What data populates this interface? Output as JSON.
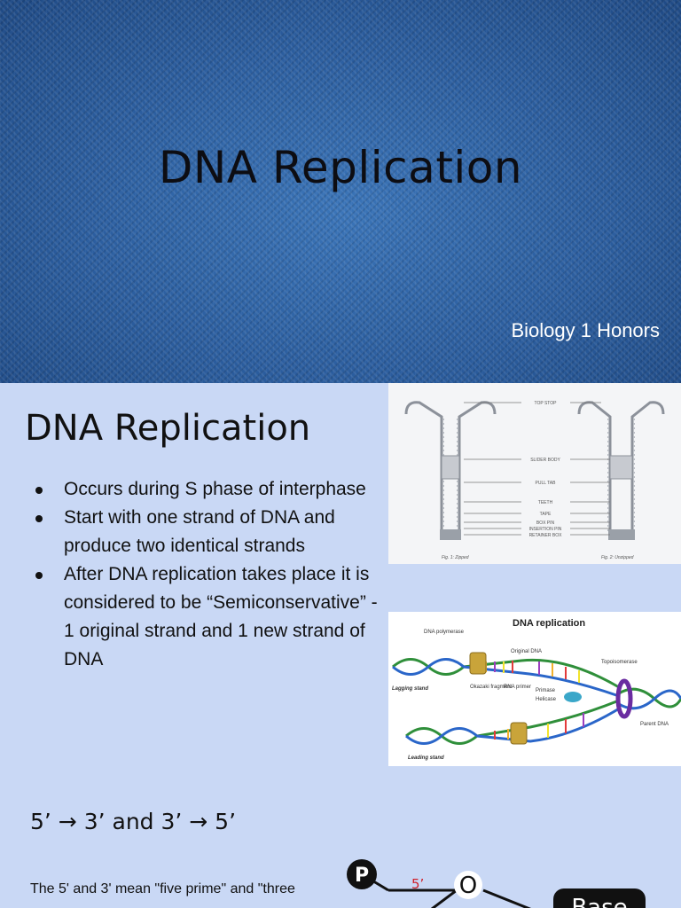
{
  "slide1": {
    "title": "DNA Replication",
    "subtitle": "Biology 1 Honors"
  },
  "slide2": {
    "heading": "DNA Replication",
    "bullets": [
      "Occurs during S phase of interphase",
      "Start with one strand of DNA and produce two identical strands",
      "After DNA replication takes place it is considered to be “Semiconservative” - 1 original strand and 1 new strand of DNA"
    ],
    "zipper_figure": {
      "labels": [
        "TOP STOP",
        "SLIDER BODY",
        "PULL TAB",
        "TEETH",
        "TAPE",
        "BOX PIN",
        "INSERTION PIN",
        "RETAINER BOX"
      ],
      "captions": [
        "Fig. 1: Zipped",
        "Fig. 2: Unzipped"
      ]
    },
    "dna_figure": {
      "title": "DNA replication",
      "labels": {
        "polymerase": "DNA polymerase",
        "original": "Original DNA",
        "topoisomerase": "Topoisomerase",
        "lagging": "Lagging stand",
        "okazaki": "Okazaki fragment",
        "rna_primer": "RNA primer",
        "primase": "Primase",
        "helicase": "Helicase",
        "parent": "Parent DNA",
        "leading": "Leading stand"
      }
    }
  },
  "slide3": {
    "heading": "5’ → 3’ and 3’ → 5’",
    "body": "The 5' and 3' mean \"five prime\" and \"three",
    "molecule": {
      "phosphate": "P",
      "oxygen": "O",
      "five_prime": "5’",
      "base": "Base"
    }
  },
  "colors": {
    "title_bg": "#2f63a6",
    "slide_bg": "#c9d8f5",
    "text": "#111111",
    "five_prime_red": "#d0202a"
  }
}
